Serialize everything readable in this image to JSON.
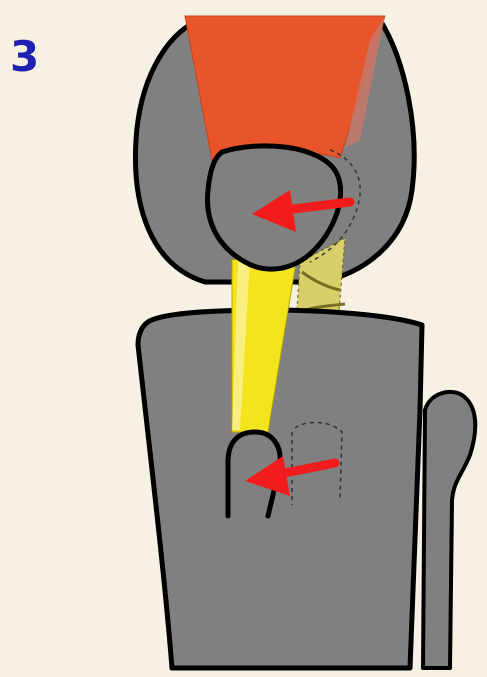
{
  "step_label": "3",
  "colors": {
    "background": "#f6f1e3",
    "bone_gray": "#808080",
    "outline": "#000000",
    "quadriceps_orange": "#e8552a",
    "tendon_yellow": "#f4e41e",
    "displaced_tendon_yellow": "#d9cf6a",
    "arrow_red": "#f21c1c",
    "label_blue": "#1f1fb4"
  },
  "parts": [
    {
      "name": "thigh-muscle",
      "description_icon": "cone"
    },
    {
      "name": "patella",
      "description_icon": "rounded-triangle"
    },
    {
      "name": "patellar-tendon",
      "description_icon": "band"
    },
    {
      "name": "tibia",
      "description_icon": "bone"
    },
    {
      "name": "fibula",
      "description_icon": "bone"
    }
  ],
  "arrows": [
    {
      "name": "patella-shift-arrow",
      "direction": "left"
    },
    {
      "name": "tuberosity-shift-arrow",
      "direction": "left"
    }
  ]
}
